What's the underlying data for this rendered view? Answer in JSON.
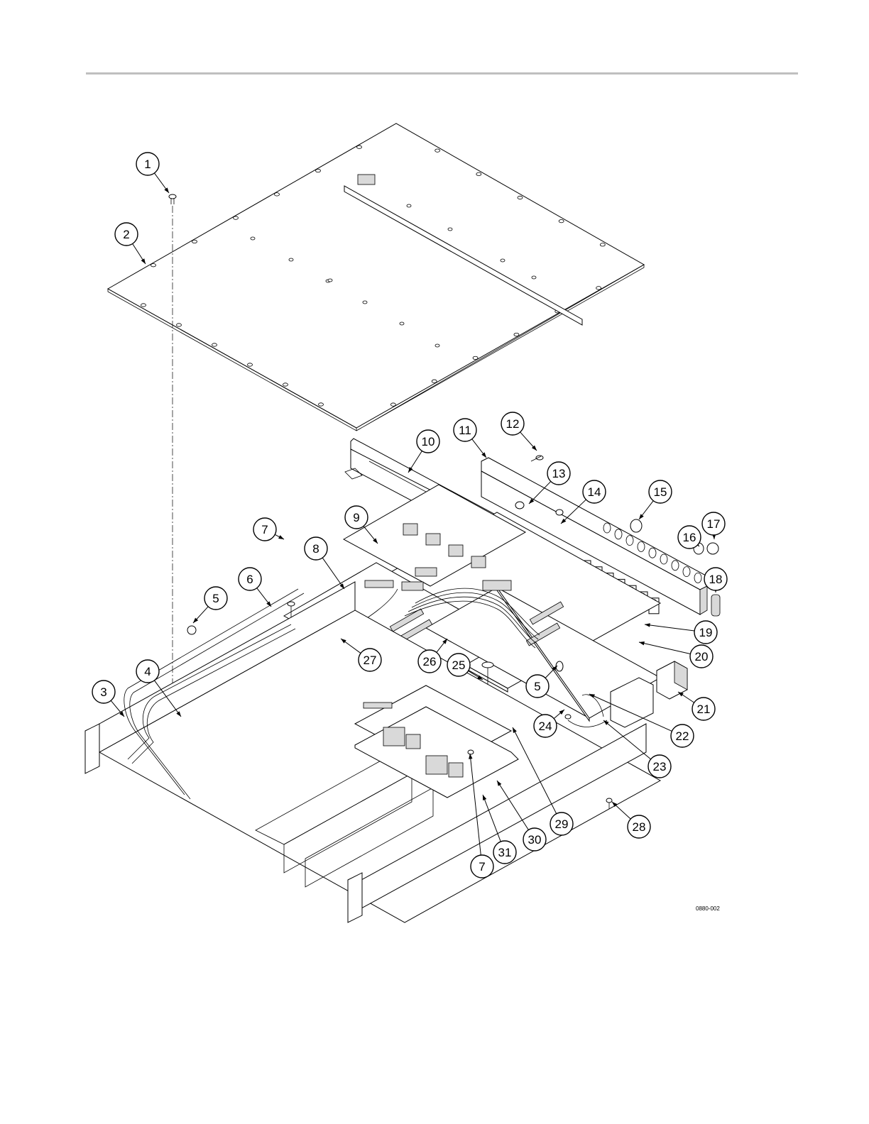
{
  "figure_id": "0880-002",
  "callouts": [
    {
      "label": "1"
    },
    {
      "label": "2"
    },
    {
      "label": "3"
    },
    {
      "label": "4"
    },
    {
      "label": "5"
    },
    {
      "label": "6"
    },
    {
      "label": "7"
    },
    {
      "label": "8"
    },
    {
      "label": "9"
    },
    {
      "label": "10"
    },
    {
      "label": "11"
    },
    {
      "label": "12"
    },
    {
      "label": "13"
    },
    {
      "label": "14"
    },
    {
      "label": "15"
    },
    {
      "label": "16"
    },
    {
      "label": "17"
    },
    {
      "label": "18"
    },
    {
      "label": "19"
    },
    {
      "label": "20"
    },
    {
      "label": "21"
    },
    {
      "label": "22"
    },
    {
      "label": "23"
    },
    {
      "label": "24"
    },
    {
      "label": "25"
    },
    {
      "label": "26"
    },
    {
      "label": "27"
    },
    {
      "label": "5"
    },
    {
      "label": "28"
    },
    {
      "label": "29"
    },
    {
      "label": "30"
    },
    {
      "label": "31"
    },
    {
      "label": "7"
    }
  ]
}
